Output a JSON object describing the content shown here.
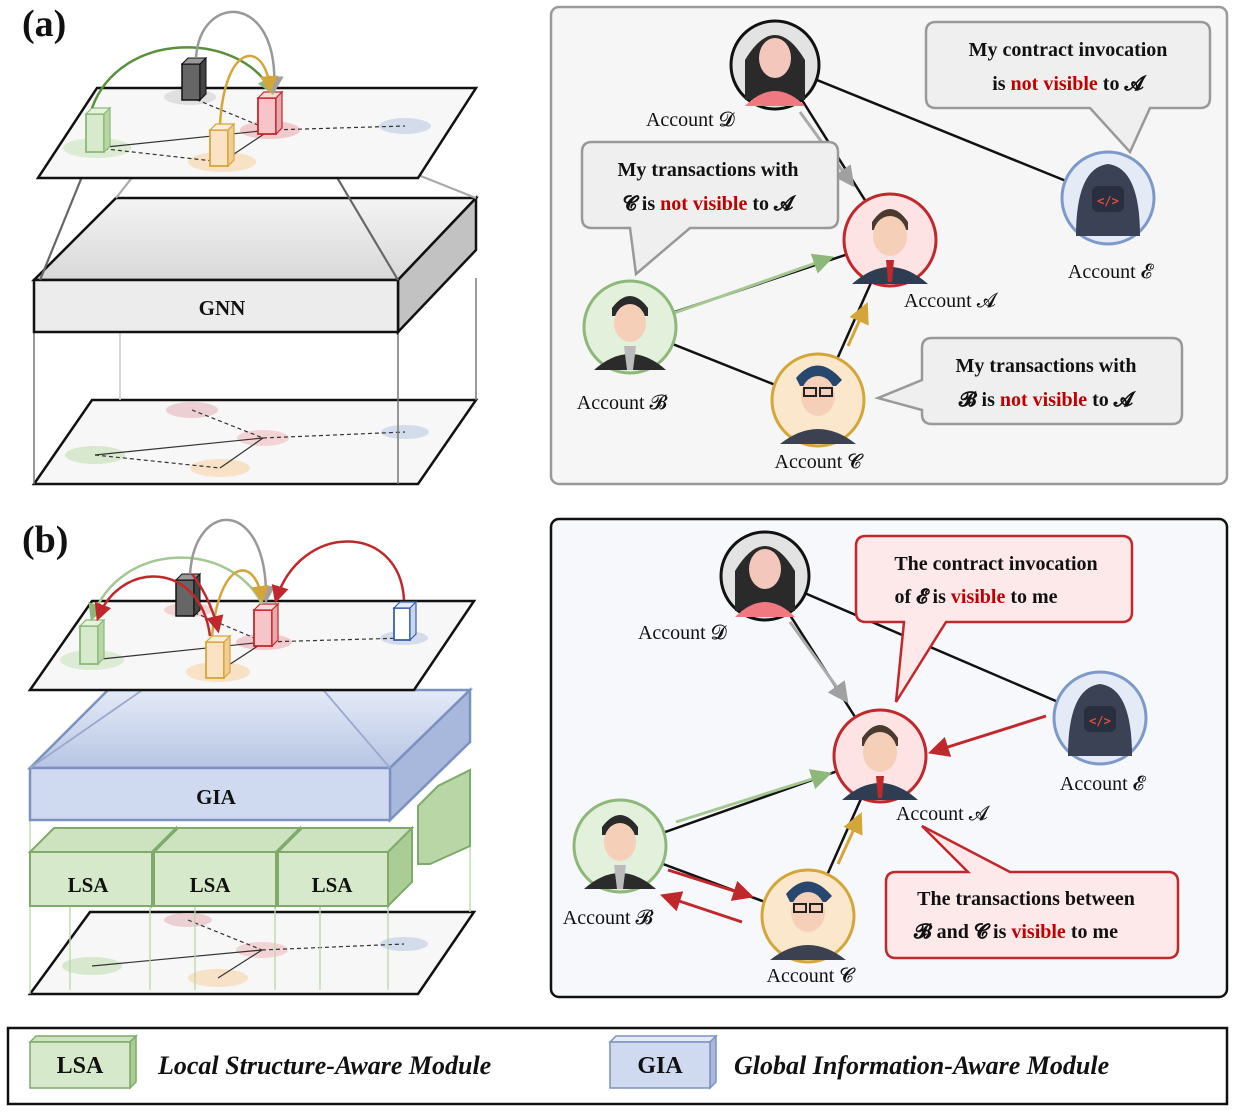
{
  "panel_a": {
    "label": "(a)",
    "model_label": "GNN",
    "accounts": {
      "A": "Account 𝓐",
      "B": "Account 𝓑",
      "C": "Account 𝓒",
      "D": "Account 𝓓",
      "E": "Account 𝓔"
    },
    "bubble_E": {
      "line1": "My contract invocation",
      "line2_pre": "is ",
      "line2_red": "not visible",
      "line2_post": " to 𝓐"
    },
    "bubble_D": {
      "line1": "My transactions with",
      "line2_pre": "𝓒 is ",
      "line2_red": "not visible",
      "line2_post": " to 𝓐"
    },
    "bubble_C": {
      "line1": "My transactions with",
      "line2_pre": "𝓑  is ",
      "line2_red": "not visible",
      "line2_post": " to 𝓐"
    }
  },
  "panel_b": {
    "label": "(b)",
    "global_label": "GIA",
    "local_label": "LSA",
    "accounts": {
      "A": "Account 𝓐",
      "B": "Account 𝓑",
      "C": "Account 𝓒",
      "D": "Account 𝓓",
      "E": "Account 𝓔"
    },
    "bubble_E": {
      "line1": "The contract invocation",
      "line2_pre": "of 𝓔 is ",
      "line2_red": "visible",
      "line2_post": " to me"
    },
    "bubble_BC": {
      "line1": "The transactions between",
      "line2_pre": "𝓑 and 𝓒 is ",
      "line2_red": "visible",
      "line2_post": " to me"
    }
  },
  "legend": {
    "lsa_abbr": "LSA",
    "lsa_desc": "Local Structure-Aware Module",
    "gia_abbr": "GIA",
    "gia_desc": "Global Information-Aware Module"
  },
  "colors": {
    "green": "#8db87a",
    "gold": "#d4a63a",
    "red": "#c0282c",
    "gray": "#a0a0a0",
    "blue_module": "#c9d6ee",
    "green_module": "#d5e8cc"
  }
}
